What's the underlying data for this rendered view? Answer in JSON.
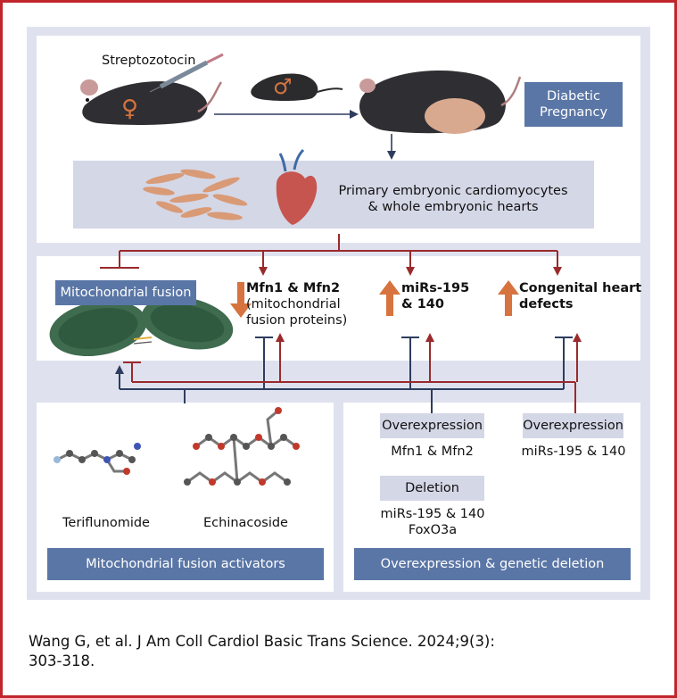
{
  "colors": {
    "panel_bg": "#dfe2ee",
    "panel_white": "#ffffff",
    "blue_box": "#5a76a6",
    "grey_box": "#d4d7e6",
    "red_line": "#9a2a2c",
    "navy_line": "#2e3d5e",
    "up_arrow": "#d6733e",
    "frame": "#c0262c"
  },
  "top": {
    "drug_label": "Streptozotocin",
    "female_symbol": "♀",
    "male_symbol": "♂",
    "condition_box": "Diabetic\nPregnancy",
    "cells_caption": "Primary embryonic cardiomyocytes\n& whole embryonic hearts"
  },
  "middle": {
    "mito_box": "Mitochondrial fusion",
    "outcome1": "Mfn1 & Mfn2\n(mitochondrial\nfusion proteins)",
    "outcome1_bold": "Mfn1 & Mfn2",
    "outcome1_rest": "(mitochondrial\nfusion proteins)",
    "outcome2": "miRs-195\n& 140",
    "outcome3": "Congenital heart\ndefects"
  },
  "bottom_left": {
    "compound1": "Teriflunomide",
    "compound2": "Echinacoside",
    "footer_box": "Mitochondrial fusion activators"
  },
  "bottom_right": {
    "overexp_box1": "Overexpression",
    "overexp_target1": "Mfn1 & Mfn2",
    "overexp_box2": "Overexpression",
    "overexp_target2": "miRs-195 & 140",
    "deletion_box": "Deletion",
    "deletion_targets": "miRs-195 & 140\nFoxO3a",
    "footer_box": "Overexpression & genetic deletion"
  },
  "citation": "Wang G, et al. J Am Coll Cardiol Basic Trans Science. 2024;9(3):\n303-318."
}
